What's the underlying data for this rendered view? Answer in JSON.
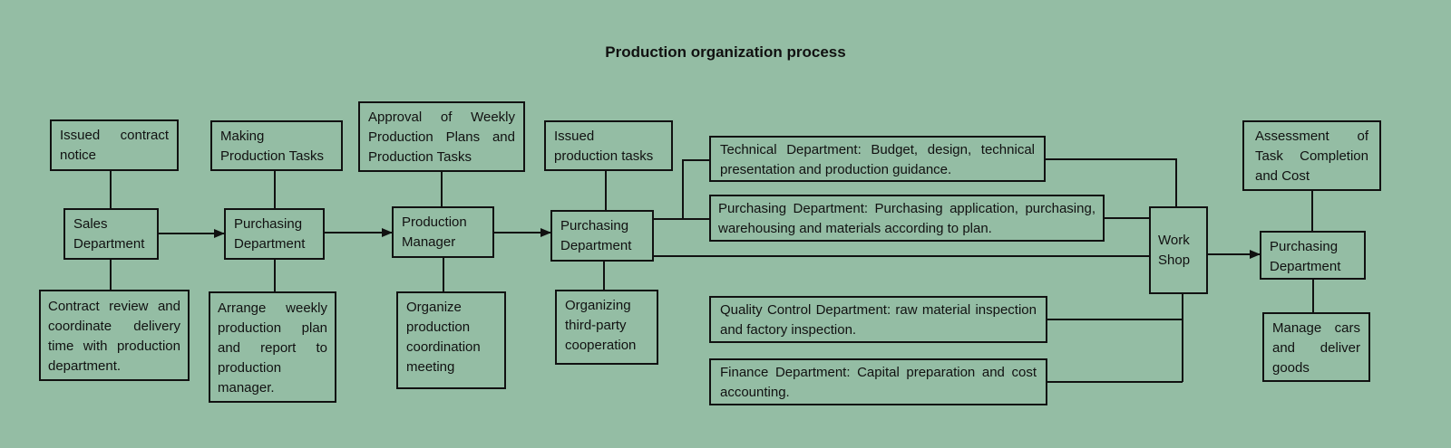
{
  "title": "Production organization process",
  "colors": {
    "background": "#94bda4",
    "ink": "#111111"
  },
  "nodes": {
    "issued_contract_notice": "Issued contract notice",
    "sales_department": "Sales Department",
    "contract_review": "Contract review and coordinate delivery time with production department.",
    "making_production_tasks": "Making\nProduction Tasks",
    "purchasing_department_2": "Purchasing Department",
    "arrange_weekly_plan": "Arrange weekly production plan and report to production manager.",
    "approval_weekly_plans": "Approval of Weekly Production Plans and Production Tasks",
    "production_manager": "Production Manager",
    "organize_coordination_meeting": "Organize production coordination meeting",
    "issued_production_tasks": "Issued\nproduction tasks",
    "purchasing_department_4": "Purchasing Department",
    "organizing_third_party": "Organizing third-party cooperation",
    "technical_department": "Technical Department: Budget, design, technical presentation and production guidance.",
    "purchasing_department_wide": "Purchasing Department: Purchasing application, purchasing, warehousing and materials according to plan.",
    "quality_control_department": "Quality Control Department: raw material inspection and factory inspection.",
    "finance_department": "Finance Department: Capital preparation and cost accounting.",
    "work_shop": "Work Shop",
    "assessment_task_completion": "Assessment of Task Completion and Cost",
    "purchasing_department_right": "Purchasing Department",
    "manage_cars_deliver_goods": "Manage cars and deliver goods"
  }
}
